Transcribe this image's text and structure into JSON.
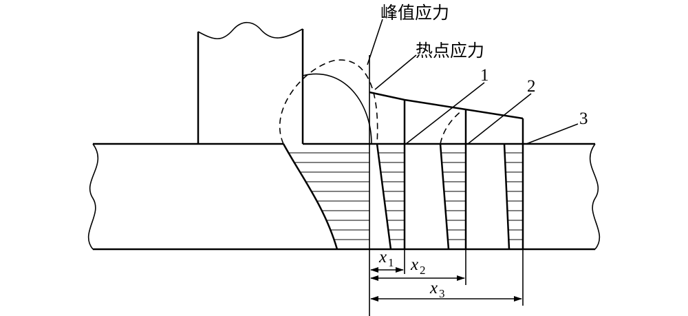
{
  "labels": {
    "peak_stress": "峰值应力",
    "hot_spot_stress": "热点应力",
    "marker_1": "1",
    "marker_2": "2",
    "marker_3": "3",
    "x1_var": "x",
    "x1_sub": "1",
    "x2_var": "x",
    "x2_sub": "2",
    "x3_var": "x",
    "x3_sub": "3"
  }
}
